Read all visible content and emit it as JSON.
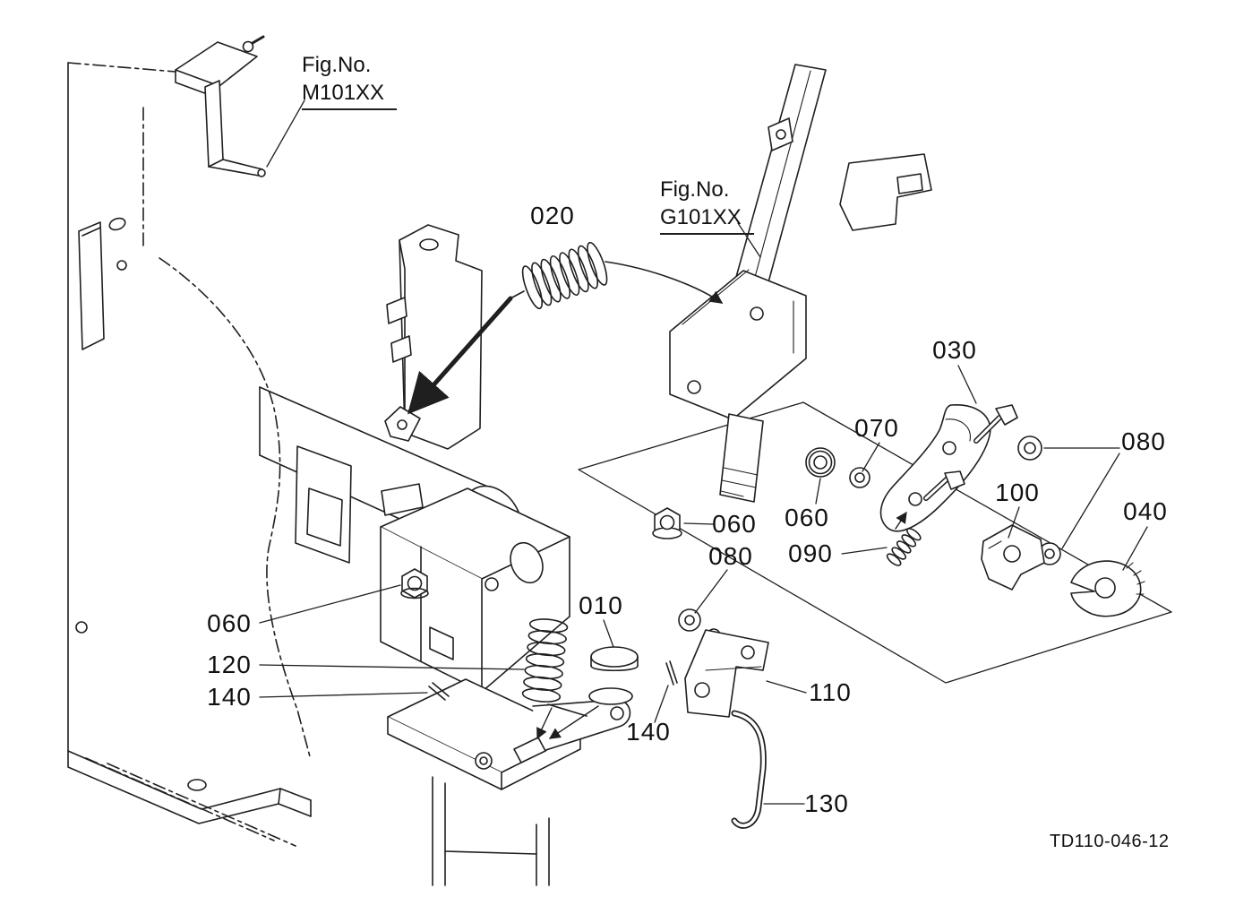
{
  "diagram": {
    "drawing_number": "TD110-046-12",
    "colors": {
      "line": "#1f1f1f",
      "background": "#ffffff",
      "text": "#111111"
    },
    "fig_refs": [
      {
        "label": "Fig.No.",
        "code": "M101XX"
      },
      {
        "label": "Fig.No.",
        "code": "G101XX"
      }
    ],
    "callouts": [
      {
        "text": "020"
      },
      {
        "text": "030"
      },
      {
        "text": "070"
      },
      {
        "text": "080"
      },
      {
        "text": "100"
      },
      {
        "text": "040"
      },
      {
        "text": "060"
      },
      {
        "text": "060"
      },
      {
        "text": "090"
      },
      {
        "text": "080"
      },
      {
        "text": "010"
      },
      {
        "text": "060"
      },
      {
        "text": "120"
      },
      {
        "text": "140"
      },
      {
        "text": "110"
      },
      {
        "text": "140"
      },
      {
        "text": "130"
      }
    ]
  }
}
